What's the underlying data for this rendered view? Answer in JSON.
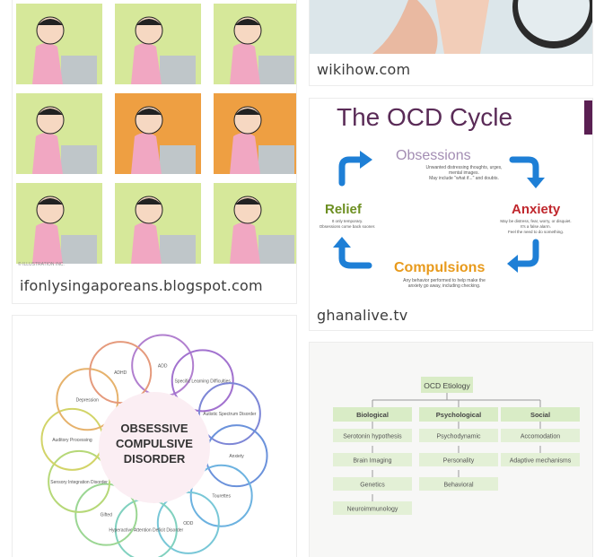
{
  "results": [
    {
      "source": "ifonlysingaporeans.blogspot.com",
      "image": {
        "credit": "© ILLUSTRATION INC."
      }
    },
    {
      "source": "wikihow.com"
    },
    {
      "source": "ghanalive.tv",
      "image": {
        "title": "The OCD Cycle",
        "obsessions": {
          "label": "Obsessions",
          "desc1": "Unwanted distressing thoughts, urges,",
          "desc2": "mental images.",
          "desc3": "May include \"what if...\" and doubts."
        },
        "anxiety": {
          "label": "Anxiety",
          "desc1": "May be distress, fear, worry, or disquiet.",
          "desc2": "It's a false alarm.",
          "desc3": "Feel the need to do something."
        },
        "compulsions": {
          "label": "Compulsions",
          "desc1": "Any behavior performed to help make the",
          "desc2": "anxiety go away, including checking."
        },
        "relief": {
          "label": "Relief",
          "desc1": "It only temporary.",
          "desc2": "Obsessions come back sooner."
        }
      }
    },
    {
      "image": {
        "center1": "OBSESSIVE",
        "center2": "COMPULSIVE",
        "center3": "DISORDER",
        "circles": [
          "ADD",
          "Specific Learning Difficulties",
          "Autistic Spectrum Disorder",
          "Anxiety",
          "Tourettes",
          "ODD",
          "Hyperactive Attention Deficit Disorder",
          "Gifted",
          "Sensory Integration Disorder",
          "Auditory Processing",
          "Depression",
          "ADHD"
        ]
      }
    },
    {
      "image": {
        "root": "OCD Etiology",
        "columns": [
          {
            "header": "Biological",
            "items": [
              "Serotonin hypothesis",
              "Brain Imaging",
              "Genetics",
              "Neuroimmunology"
            ]
          },
          {
            "header": "Psychological",
            "items": [
              "Psychodynamic",
              "Personality",
              "Behavioral"
            ]
          },
          {
            "header": "Social",
            "items": [
              "Accomodation",
              "Adaptive mechanisms"
            ]
          }
        ]
      }
    }
  ]
}
